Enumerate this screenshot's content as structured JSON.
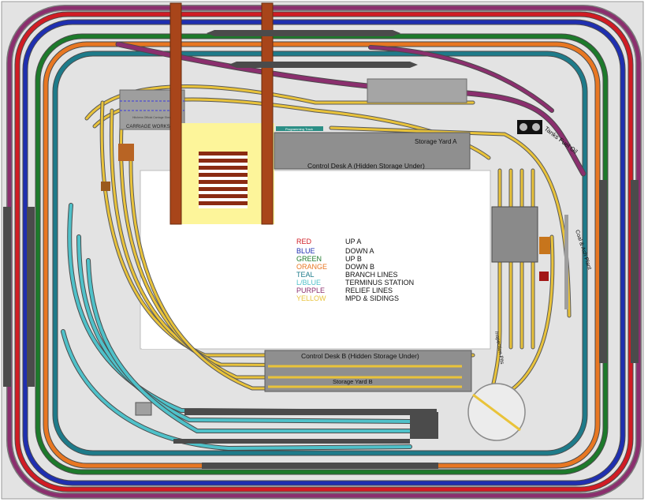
{
  "labels": {
    "carriage_workshop": "CARRIAGE WORKSHOP",
    "carriage_shed_small": "Hitchens Official Carriage Shed",
    "programming_track": "Programming Track",
    "storage_yard_a": "Storage Yard A",
    "control_desk_a": "Control Desk A (Hidden Storage Under)",
    "control_desk_b": "Control Desk B (Hidden Storage Under)",
    "storage_yard_b": "Storage Yard B",
    "tanks_fuel_oil": "Tanks Fuel Oil",
    "coal_ash_plant": "Coal & Ash Plant",
    "inspection_pits": "Inspection Pits"
  },
  "legend": [
    {
      "name": "RED",
      "desc": "UP A",
      "color": "#d01c24"
    },
    {
      "name": "BLUE",
      "desc": "DOWN A",
      "color": "#1f2fb0"
    },
    {
      "name": "GREEN",
      "desc": "UP B",
      "color": "#1d7a2b"
    },
    {
      "name": "ORANGE",
      "desc": "DOWN B",
      "color": "#e87722"
    },
    {
      "name": "TEAL",
      "desc": "BRANCH LINES",
      "color": "#1e7b8a"
    },
    {
      "name": "L/BLUE",
      "desc": "TERMINUS STATION",
      "color": "#4fc1c9"
    },
    {
      "name": "PURPLE",
      "desc": "RELIEF LINES",
      "color": "#8b2f6e"
    },
    {
      "name": "YELLOW",
      "desc": "MPD & SIDINGS",
      "color": "#e9c33a"
    }
  ]
}
